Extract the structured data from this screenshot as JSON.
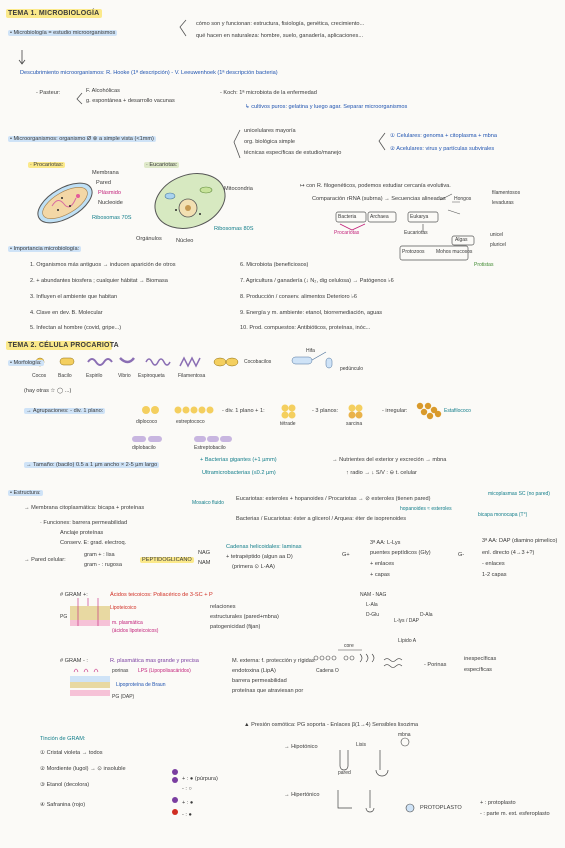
{
  "tema1": {
    "title": "TEMA 1. MICROBIOLOGÍA",
    "micro_def": "• Microbiología = estudio microorganismos",
    "micro_what": "cómo son y funcionan: estructura, fisiología, genética, crecimiento...",
    "micro_what2": "qué hacen en naturaleza: hombre, suelo, ganadería, aplicaciones...",
    "descubrimiento": "Descubrimiento microorganismos: R. Hooke (1ª descripción) - V. Leeuwenhoek (1ª descripción bacteria)",
    "pasteur": "- Pasteur:",
    "pasteur1": "F. Alcohólicas",
    "pasteur2": "g. espontánea + desarrollo vacunas",
    "koch": "- Koch: 1ª microbiota de la enfermedad",
    "koch2": "↳ cultivos puros: gelatina y luego agar. Separar microorganismos",
    "microorg": "• Microorganismos: organismo Ø ⊗ a simple vista (<1mm)",
    "uni1": "unicelulares mayoría",
    "uni2": "org. biológica simple",
    "uni3": "técnicas específicas de estudio/manejo",
    "celulares": "① Celulares: genoma + citoplasma + mbna",
    "acelulares": "② Acelulares: virus y partículas subvirales",
    "procariotas": "· Procariotas:",
    "eucariotas": "· Eucariotas:",
    "membrana": "Membrana",
    "pared": "Pared",
    "plasmido": "Plásmido",
    "nucleoide": "Nucleoide",
    "ribosomas70": "Ribosomas 70S",
    "mitocondria": "Mitocondria",
    "organulos": "Orgánulos",
    "nucleo": "Núcleo",
    "ribosomas80": "Ribosomas 80S",
    "filogenet": "↦ con R. filogenéticos, podemos estudiar cercanía evolutiva.",
    "comparacion": "Comparación rRNA (subrna) → Secuencias alineadas",
    "bacteria": "Bacteria",
    "archaea": "Archaea",
    "eukarya": "Eukarya",
    "procariotas_lbl": "Procariotas",
    "eucariotas_lbl": "Eucariotas",
    "hongos": "Hongos",
    "filamentosos": "filamentosos",
    "levaduras": "levaduras",
    "algas": "Algas",
    "unicel": "unicel",
    "pluricel": "pluricel",
    "protozoos": "Protozoos",
    "mohos": "Mohos mucosos",
    "protistas": "Protistas",
    "importancia": "• Importancia microbiología:",
    "imp1": "1. Organismos más antiguos → inducen aparición de otros",
    "imp2": "2. + abundantes biosfera ; cualquier hábitat → Biomasa",
    "imp3": "3. Influyen el ambiente que habitan",
    "imp4": "4. Clave en dev. B. Molecular",
    "imp5": "5. Infectan al hombre (covid, gripe...)",
    "imp6": "6. Microbiota (beneficiosos)",
    "imp7": "7. Agricultura / ganadería (↓ N₂, dig celulosa) → Patógenos ♭6",
    "imp8": "8. Producción / conserv. alimentos Deterioro ♭6",
    "imp9": "9. Energía y m. ambiente: etanol, biorremediación, aguas",
    "imp10": "10. Prod. compuestos: Antibióticos, proteínas, inóc..."
  },
  "tema2": {
    "title": "TEMA 2. CÉLULA PROCARIOTA",
    "morfologia": "• Morfología:",
    "cocos": "Cocos",
    "bacilo": "Bacilo",
    "espirilo": "Espirilo",
    "vibrio": "Vibrio",
    "espiroqueta": "Espiroqueta",
    "filamentosa": "Filamentosa",
    "cocobacilos": "Cocobacilos",
    "hifa": "Hifa",
    "pedunculo": "pedúnculo",
    "hay_otras": "(hay otras ☆ ◯ ...)",
    "agrupaciones": "→ Agrupaciones: - div. 1 plano:",
    "diplococo": "diplococo",
    "estreptococo": "estreptococo",
    "div2": "- div. 1 plano + 1:",
    "tetrade": "tétrade",
    "div3": "- 3 planos:",
    "sarcina": "sarcina",
    "irregular": "- irregular:",
    "estafilococo": "Estafilococo",
    "diplobacilo": "diplobacilo",
    "estreptobacilo": "Estreptobacilo",
    "tamano": "→ Tamaño: (bacilo) 0.5 a 1 µm ancho × 2-5 µm largo",
    "gigantes": "+ Bacterias gigantes (+1 µmm)",
    "mycoplasma": "Ultramicrobacterias (≤0.2 µm)",
    "nutrientes": "→ Nutrientes del exterior y excreción → mbna",
    "radio": "↑ radio → ↓ S/V : ⊖ t. celular",
    "estructura": "• Estructura:",
    "membrana_cit": "→ Membrana citoplasmática: bicapa + proteínas",
    "mosaico": "Mosaico fluido",
    "eucariotas_est": "Eucariotas: esteroles + hopanoides / Procariotas → ⊘ esteroles (tienen pared)",
    "mycoplasma2": "micoplasmas SC (no pared)",
    "hopanoides": "hopanoides ≈ esteroles",
    "bacteria_euc": "Bacterias / Eucariotas: éster a glicerol / Arquea: éter de isoprenoides",
    "bicapa": "bicapa monocapa (T°)",
    "funciones": "· Funciones: barrera permeabilidad",
    "anclaje": "Anclaje proteínas",
    "conserv": "Conserv. E: grad. electroq.",
    "pared": "→ Pared celular:",
    "gram": "gram + : lisa",
    "gram2": "gram - : rugosa",
    "peptidoglicano": "PEPTIDOGLICANO",
    "nag": "NAG",
    "nam": "NAM",
    "cadena": "Cadenas helicoidales: laminas",
    "tetrapeptido": "+ tetrapéptido (algun aa D)",
    "prima": "(primera ⊙ L-AA)",
    "gplus": "G+",
    "gplus_b1": "3ª AA: L-Lys",
    "gplus_b2": "puentes peptídicos (Gly)",
    "gplus_b3": "+ enlaces",
    "gplus_b4": "+ capas",
    "gminus": "G-",
    "gminus_b1": "3ª AA: DAP (diamino pimelico)",
    "gminus_b2": "enl. directo (4→3 +?)",
    "gminus_b3": "- enlaces",
    "gminus_b4": "1-2 capas",
    "gram_pos": "# GRAM +:",
    "acido": "Ácidos teicoicos: Poliacérico de 3-SC + P",
    "relaciones": "relaciones",
    "estructurales": "estructurales (pared+mbna)",
    "patogenicidad": "patogenicidad (fijan)",
    "lipoteicoico": "Lipoteicoico",
    "pg": "PG",
    "mbna": "m. plasmática",
    "lipoteic": "(ácidos lipoteicoicos)",
    "gram_neg": "# GRAM - :",
    "memplasmatica": "R. plasmática mas grande y precisa",
    "mext": "M. externa: f. protección y rígidas",
    "endotoxina": "endotoxina (LipA)",
    "barrera": "barrera permeabilidad",
    "proteinas_trans": "proteínas que atraviesan por",
    "lps": "LPS (Lipopolisacáridos)",
    "lipoproteina": "Lipoproteína de Braun",
    "pg_dap": "PG (DAP)",
    "porinas": "porinas",
    "core": "core",
    "cadena_o": "Cadena O",
    "lipido_a": "Lípido A",
    "porinas2": "- Porinas",
    "inespecif": "inespecíficas",
    "especif": "específicas",
    "tincion": "Tinción de GRAM:",
    "t1": "① Cristal violeta → todos",
    "t2": "② Mordiente (lugol) → ⊙ insoluble",
    "t3": "③ Etanol (decolora)",
    "t4": "④ Safranina (rojo)",
    "plus_pos": "+ : ● (púrpura)",
    "minus_pos": "- : ○",
    "plus_neg": "+ : ●",
    "minus_neg": "- : ●",
    "presion": "▲ Presión osmótica: PG soporta - Enlaces β(1→4) Sensibles lisozima",
    "hipotonico": "→ Hipotónico",
    "hipertonico": "→ Hipertónico",
    "lisis": "Lisis",
    "pared_lbl": "pared",
    "mbna_lbl": "mbna",
    "protoplasto": "PROTOPLASTO",
    "protoplasto_plus": "+ : protoplasto",
    "protoplasto_minus": "- : parte m. ext. esferoplasto",
    "nah": "NAM - NAG",
    "l_ala": "L-Ala",
    "d_glu": "D-Glu",
    "lys": "L-lys / DAP",
    "d_ala": "D-Ala"
  }
}
